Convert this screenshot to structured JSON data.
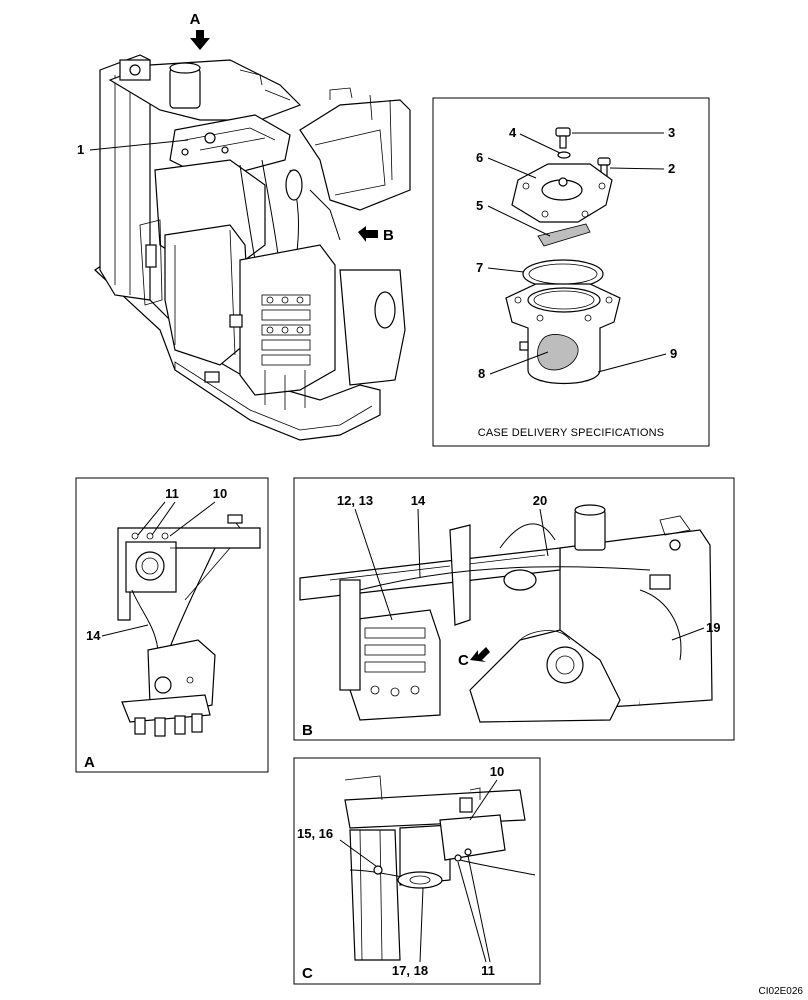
{
  "main_view": {
    "view_marker_a": "A",
    "view_marker_b": "B",
    "callouts": [
      "1"
    ]
  },
  "inset_case": {
    "callouts": [
      "2",
      "3",
      "4",
      "5",
      "6",
      "7",
      "8",
      "9"
    ],
    "caption": "CASE DELIVERY SPECIFICATIONS"
  },
  "panel_a": {
    "letter": "A",
    "callouts": [
      "10",
      "11",
      "14"
    ]
  },
  "panel_b": {
    "letter": "B",
    "view_marker_c": "C",
    "callouts": [
      "12, 13",
      "14",
      "20",
      "19"
    ]
  },
  "panel_c": {
    "letter": "C",
    "callouts": [
      "10",
      "15, 16",
      "17, 18",
      "11"
    ]
  },
  "figure_ref": "CI02E026"
}
